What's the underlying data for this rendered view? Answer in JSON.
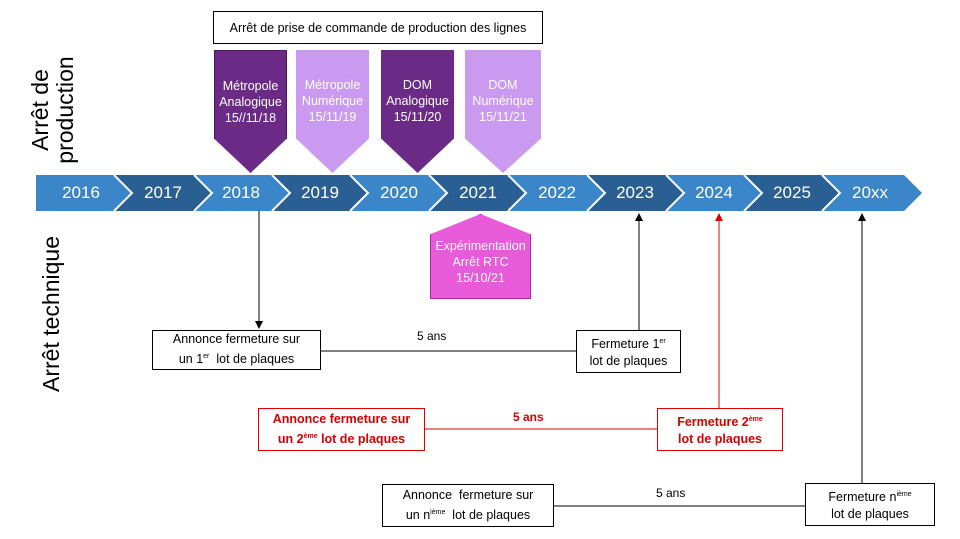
{
  "side_labels": {
    "production": [
      "Arrêt de",
      "production"
    ],
    "technique": "Arrêt technique"
  },
  "top_box": "Arrêt de prise de commande de production des lignes",
  "colors": {
    "chevron_light": "#3a86c8",
    "chevron_dark": "#2a5f93",
    "pent_dark": "#6b2a86",
    "pent_light": "#c99af0",
    "pink": "#e75ad9",
    "red": "#d40000"
  },
  "production_stops": [
    {
      "lines": [
        "Métropole",
        "Analogique",
        "15//11/18"
      ],
      "style": "dark"
    },
    {
      "lines": [
        "Métropole",
        "Numérique",
        "15/11/19"
      ],
      "style": "light"
    },
    {
      "lines": [
        "DOM",
        "Analogique",
        "15/11/20"
      ],
      "style": "dark"
    },
    {
      "lines": [
        "DOM",
        "Numérique",
        "15/11/21"
      ],
      "style": "light"
    }
  ],
  "years": [
    "2016",
    "2017",
    "2018",
    "2019",
    "2020",
    "2021",
    "2022",
    "2023",
    "2024",
    "2025",
    "20xx"
  ],
  "experimentation": [
    "Expérimentation",
    "Arrêt RTC",
    "15/10/21"
  ],
  "batches": [
    {
      "announce": {
        "line1": "Annonce fermeture sur",
        "line2_pre": "un 1",
        "line2_sup": "er",
        "line2_post": "  lot de plaques"
      },
      "duration": "5 ans",
      "closure": {
        "line1_pre": "Fermeture 1",
        "line1_sup": "er",
        "line2": "lot de plaques"
      }
    },
    {
      "announce": {
        "line1": "Annonce fermeture sur",
        "line2_pre": "un 2",
        "line2_sup": "ème",
        "line2_post": " lot de plaques"
      },
      "duration": "5 ans",
      "closure": {
        "line1_pre": "Fermeture 2",
        "line1_sup": "ème",
        "line2": "lot de plaques"
      }
    },
    {
      "announce": {
        "line1": "Annonce  fermeture sur",
        "line2_pre": "un n",
        "line2_sup": "ième",
        "line2_post": "  lot de plaques"
      },
      "duration": "5 ans",
      "closure": {
        "line1_pre": "Fermeture n",
        "line1_sup": "ième",
        "line2": "lot de plaques"
      }
    }
  ]
}
